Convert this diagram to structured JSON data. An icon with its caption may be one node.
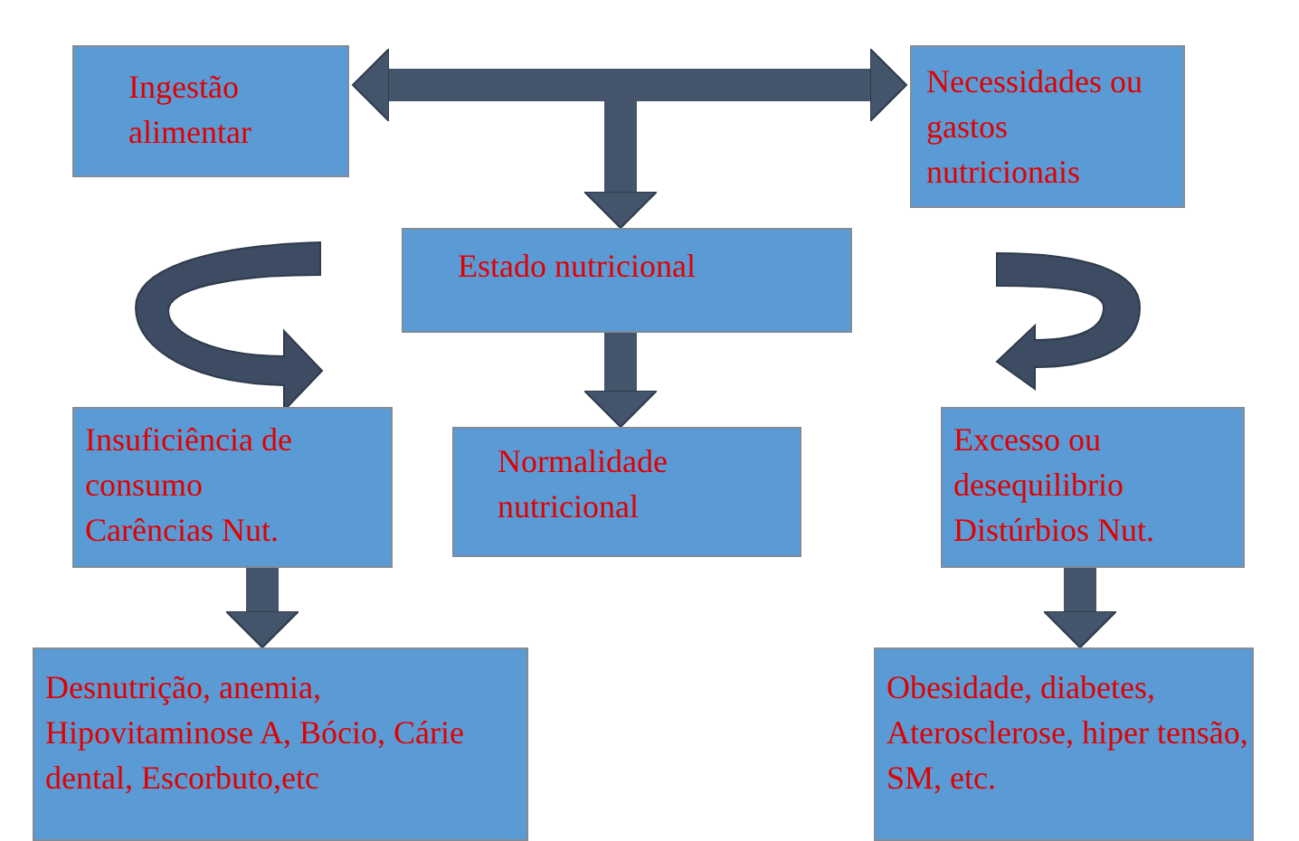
{
  "diagram": {
    "nodes": [
      {
        "text": [
          "Ingestão alimentar"
        ]
      },
      {
        "text": [
          "Necessidades ou gastos nutricionais"
        ]
      },
      {
        "text": [
          "Estado nutricional"
        ]
      },
      {
        "text": [
          "Normalidade nutricional"
        ]
      },
      {
        "text": [
          "Insuficiência de consumo Carências Nut."
        ]
      },
      {
        "text": [
          "Excesso ou desequilibrio Distúrbios Nut."
        ]
      },
      {
        "text": [
          "Desnutrição, anemia, Hipovitaminose A, Bócio, Cárie dental, Escorbuto,etc"
        ]
      },
      {
        "text": [
          "Obesidade, diabetes, Aterosclerose, hiper tensão, SM, etc."
        ]
      }
    ],
    "edges": [
      {
        "from": 0,
        "to": 1,
        "arrow": "both"
      },
      {
        "from": null,
        "to": 2,
        "arrow": "to"
      },
      {
        "from": 2,
        "to": 3,
        "arrow": "to"
      },
      {
        "from": 4,
        "to": 6,
        "arrow": "to"
      },
      {
        "from": 5,
        "to": 7,
        "arrow": "to"
      }
    ]
  }
}
